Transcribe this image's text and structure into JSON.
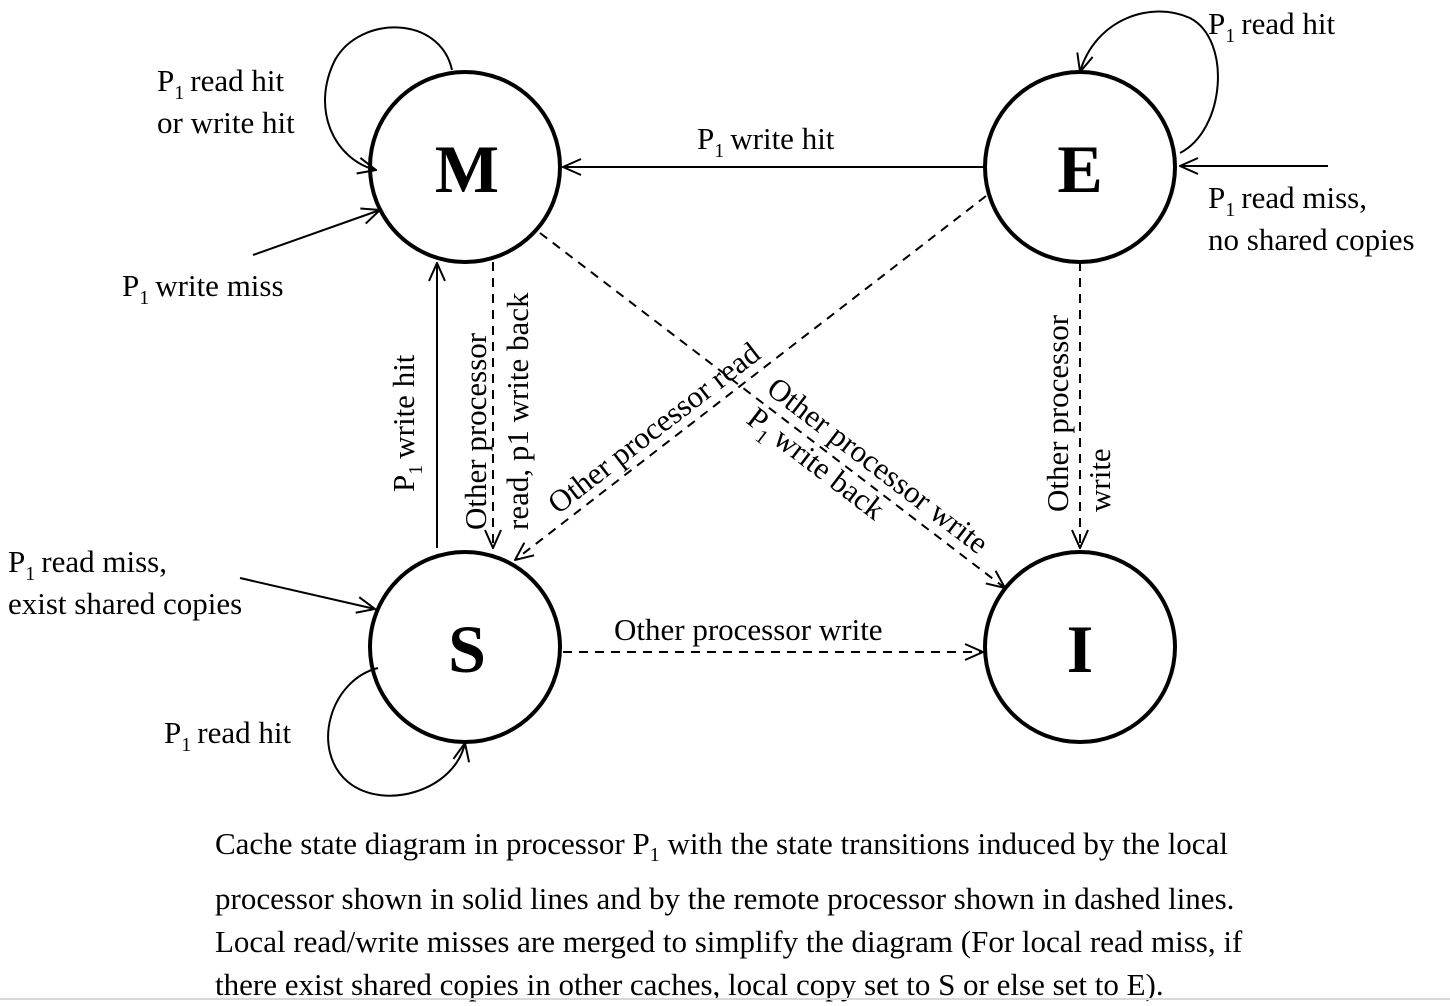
{
  "states": {
    "M": "M",
    "E": "E",
    "S": "S",
    "I": "I"
  },
  "labels": {
    "m_self_1": "read hit",
    "m_self_2": "or write hit",
    "m_write_miss": "write miss",
    "e_to_m": "write hit",
    "e_self": "read hit",
    "e_entry_1": "read miss,",
    "e_entry_2": "no shared copies",
    "s_to_m": "write hit",
    "m_to_s_1": "Other processor",
    "m_to_s_2": "read, p1 write back",
    "e_to_s": "Other processor read",
    "m_to_i_1": "Other processor write",
    "m_to_i_2": "write back",
    "e_to_i_1": "Other processor",
    "e_to_i_2": "write",
    "s_entry_1": "read miss,",
    "s_entry_2": "exist shared copies",
    "s_to_i": "Other processor write",
    "s_self": "read hit",
    "proc": "P",
    "proc_sub": "1"
  },
  "caption": {
    "line1_a": "Cache state diagram in processor P",
    "line1_sub": "1",
    "line1_b": " with the state transitions induced by the local",
    "line2": "processor shown in solid lines and by the remote processor shown in dashed lines.",
    "line3": "Local read/write misses are merged to simplify the diagram (For local read miss, if",
    "line4": "there exist shared copies in other caches, local copy set to S or else set to E)."
  }
}
